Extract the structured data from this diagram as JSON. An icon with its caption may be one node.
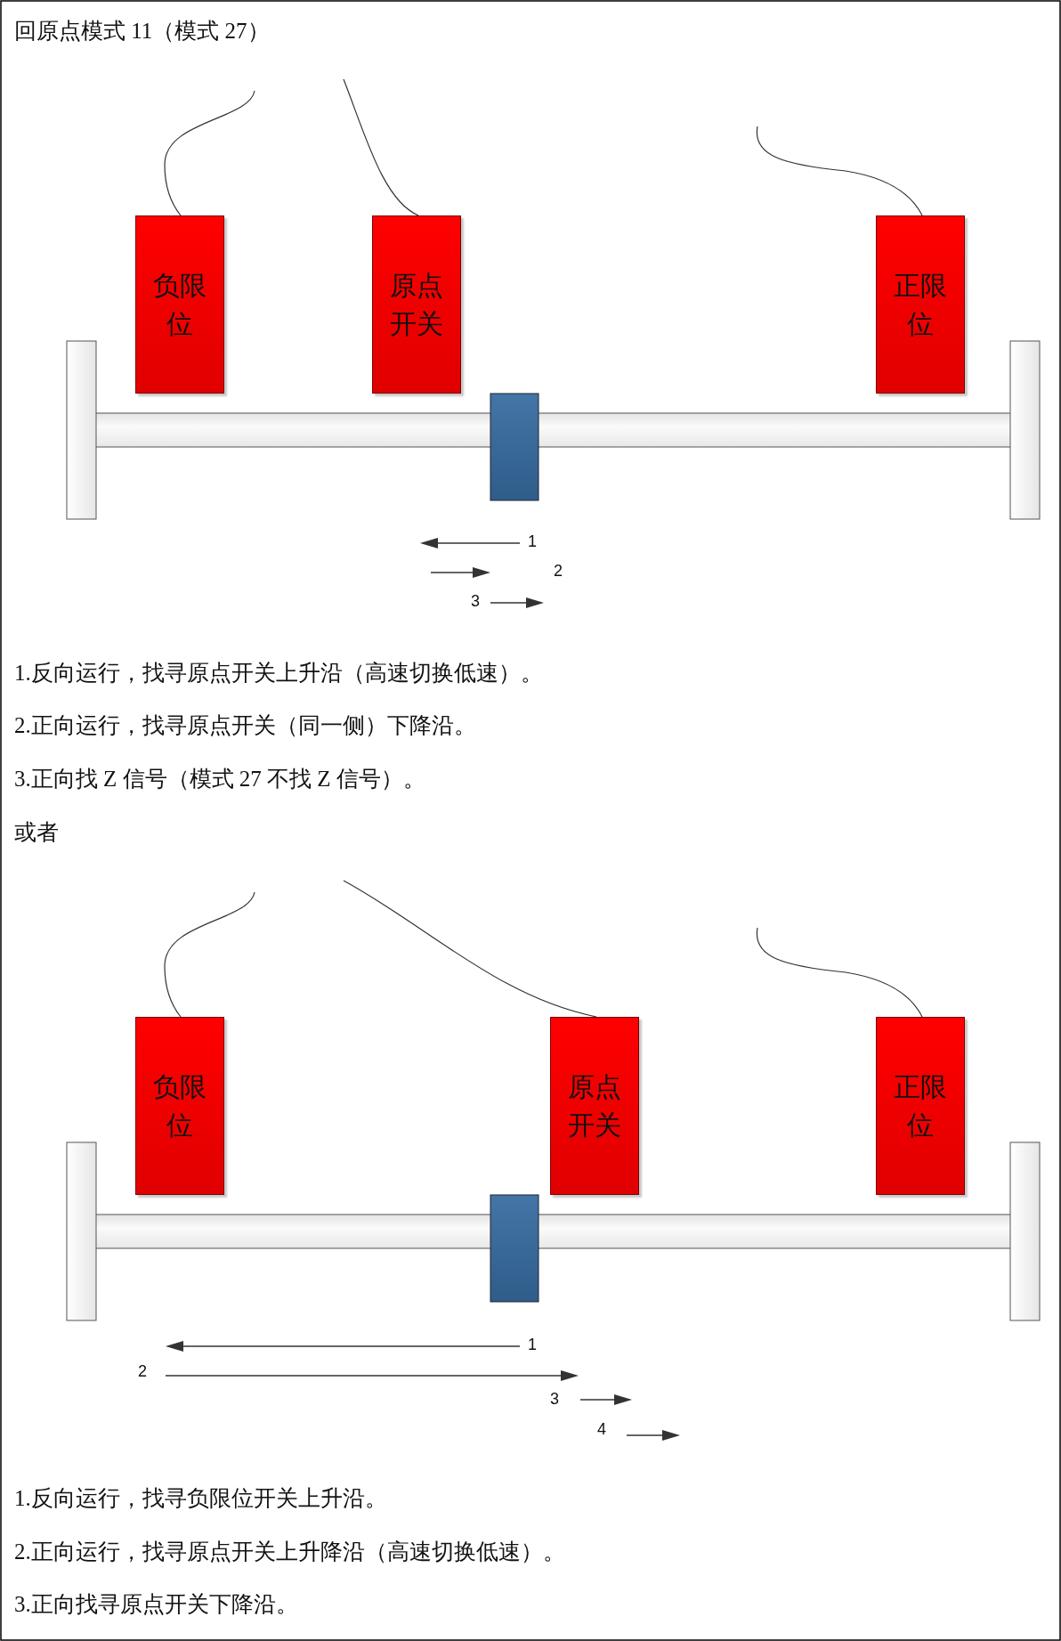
{
  "diagram": {
    "title": "回原点模式 11（模式 27）",
    "nodes": [
      {
        "text": [
          "负限位"
        ]
      },
      {
        "text": [
          "原点开关"
        ]
      },
      {
        "text": [
          "正限位"
        ]
      },
      {
        "text": [
          "负限位"
        ]
      },
      {
        "text": [
          "原点开关"
        ]
      },
      {
        "text": [
          "正限位"
        ]
      }
    ],
    "labels": [
      "1",
      "2",
      "3",
      "1.反向运行，找寻原点开关上升沿（高速切换低速）。",
      "2.正向运行，找寻原点开关（同一侧）下降沿。",
      "3.正向找 Z 信号（模式 27 不找 Z 信号）。",
      "或者",
      "1",
      "2",
      "3",
      "4",
      "1.反向运行，找寻负限位开关上升沿。",
      "2.正向运行，找寻原点开关上升降沿（高速切换低速）。",
      "3.正向找寻原点开关下降沿。"
    ]
  }
}
